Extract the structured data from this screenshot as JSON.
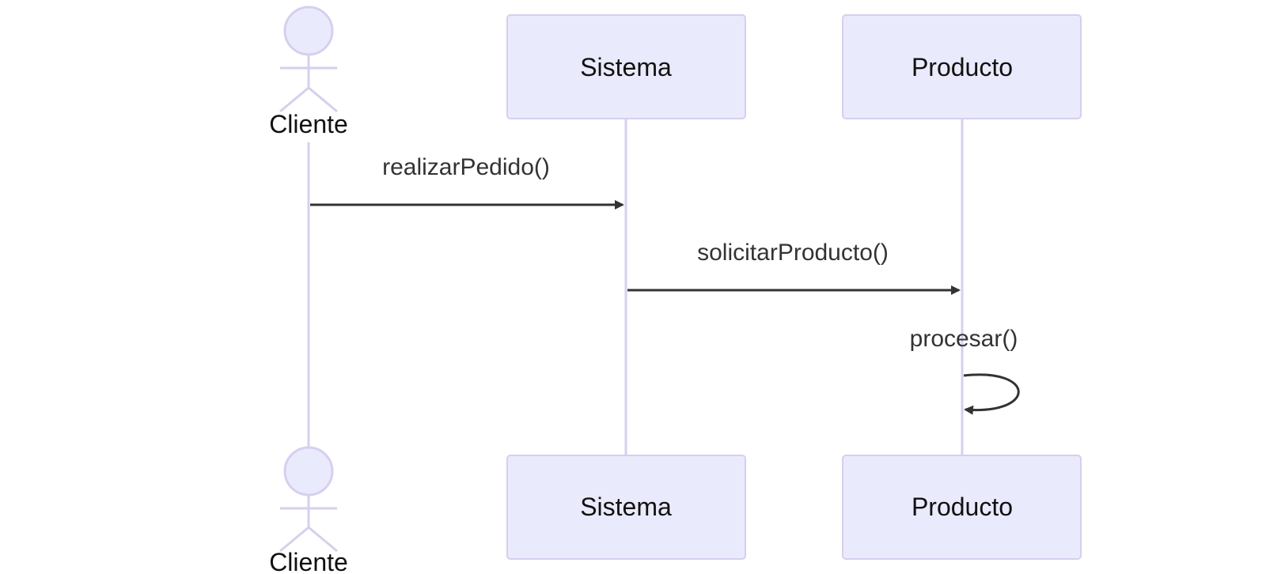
{
  "diagram": {
    "type": "sequence",
    "actor": {
      "label": "Cliente"
    },
    "participants": [
      {
        "label": "Sistema"
      },
      {
        "label": "Producto"
      }
    ],
    "messages": [
      {
        "from": "Cliente",
        "to": "Sistema",
        "label": "realizarPedido()"
      },
      {
        "from": "Sistema",
        "to": "Producto",
        "label": "solicitarProducto()"
      },
      {
        "from": "Producto",
        "to": "Producto",
        "label": "procesar()"
      }
    ]
  },
  "colors": {
    "box_fill": "#eaeafd",
    "box_stroke": "#d6cfee",
    "arrow": "#333333",
    "text": "#111111"
  }
}
